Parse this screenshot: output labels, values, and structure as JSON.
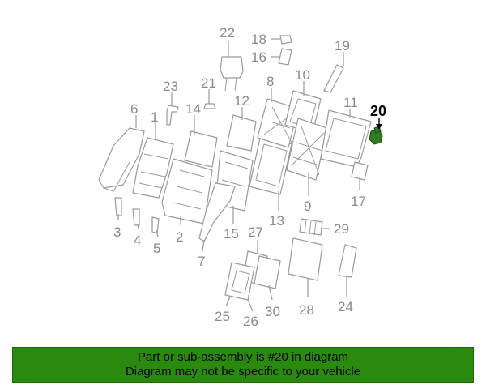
{
  "labels": {
    "p1": "1",
    "p2": "2",
    "p3": "3",
    "p4": "4",
    "p5": "5",
    "p6": "6",
    "p7": "7",
    "p8": "8",
    "p9": "9",
    "p10": "10",
    "p11": "11",
    "p12": "12",
    "p13": "13",
    "p14": "14",
    "p15": "15",
    "p16": "16",
    "p17": "17",
    "p18": "18",
    "p19": "19",
    "p20": "20",
    "p21": "21",
    "p22": "22",
    "p23": "23",
    "p24": "24",
    "p25": "25",
    "p26": "26",
    "p27": "27",
    "p28": "28",
    "p29": "29",
    "p30": "30"
  },
  "highlighted_part": "20",
  "colors": {
    "banner": "#2a8a0e",
    "highlight": "#2f7d1f",
    "line": "#9a9a9a"
  },
  "banner": {
    "line1": "Part or sub-assembly is #20 in diagram",
    "line2": "Diagram may not be specific to your vehicle"
  }
}
